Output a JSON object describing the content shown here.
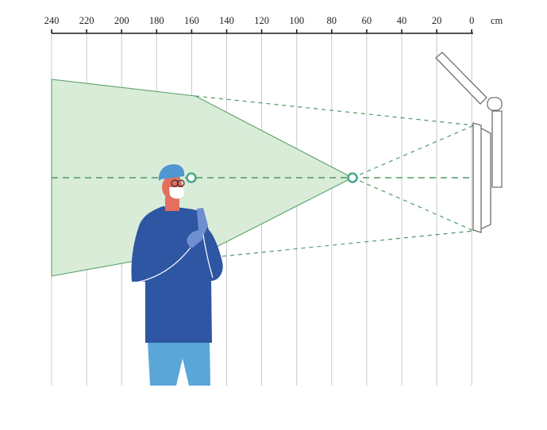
{
  "scale": {
    "unit": "cm",
    "ticks": [
      "240",
      "220",
      "200",
      "180",
      "160",
      "140",
      "120",
      "100",
      "80",
      "60",
      "40",
      "20",
      "0"
    ]
  },
  "markers": {
    "far_point_cm": 160,
    "near_point_cm": 70
  },
  "colors": {
    "beam_fill": "#d8ecd8",
    "beam_edge": "#5aa06a",
    "dash_line": "#4f9a64",
    "marker": "#46a88a",
    "scrubs": "#2e56a3",
    "pants": "#5aa6d9",
    "glove": "#6f8fd0",
    "cap": "#4f97d2",
    "skin": "#e46f5f",
    "grid": "#c8c8c8",
    "lamp_stroke": "#707070"
  },
  "icons": {
    "lamp": "surgical-light-icon",
    "person": "surgeon-figure-icon"
  }
}
